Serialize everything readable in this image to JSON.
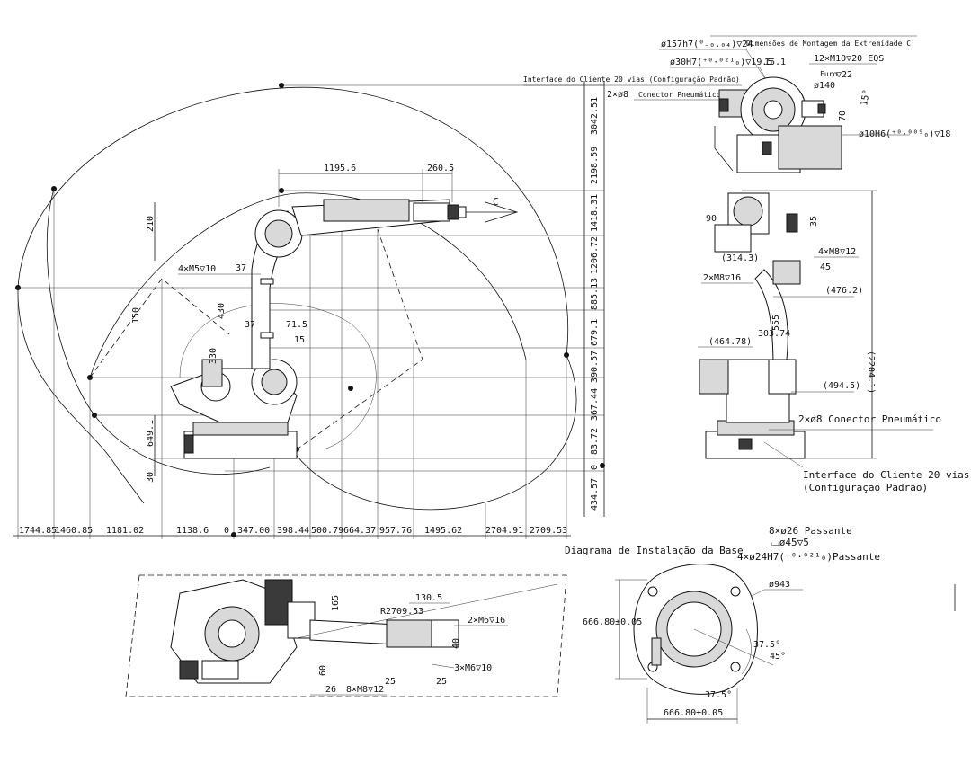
{
  "labels": {
    "customer_interface_top": "Interface do Cliente 20 vias (Configuração Padrão)",
    "pneumatic_top": "Conector Pneumático",
    "pneumatic_top_qty": "2×ø8",
    "end_mount_title": "Dimensões de Montagem da Extremidade C",
    "furo": "Furo",
    "pneumatic_right": "2×ø8 Conector Pneumático",
    "customer_interface_right_1": "Interface do Cliente 20 vias",
    "customer_interface_right_2": "(Configuração Padrão)",
    "base_title": "Diagrama de Instalação da Base",
    "view_c": "C"
  },
  "end_flange": {
    "d157": "ø157h7(⁰₋₀.₀₄)▽24",
    "d30": "ø30H7(⁺⁰·⁰²¹₀)▽19.5",
    "holes": "12×M10▽20 EQS",
    "angle_15_1": "15.1",
    "depth": "▽22",
    "d140": "ø140",
    "angle_15": "15°",
    "dim_70": "70",
    "d10": "ø10H6(⁺⁰·⁰⁰⁹₀)▽18"
  },
  "side_view": {
    "arm_len": "1195.6",
    "tool_len": "260.5",
    "d210": "210",
    "holes_m5": "4×M5▽10",
    "d37a": "37",
    "d150": "150",
    "d430": "430",
    "d37b": "37",
    "d71_5": "71.5",
    "d15": "15",
    "d330": "330",
    "d649_1": "649.1",
    "d30": "30"
  },
  "vertical_dims": [
    "3042.51",
    "2198.59",
    "1418.31",
    "1206.72",
    "885.13",
    "679.1",
    "390.57",
    "367.44",
    "83.72",
    "0",
    "434.57"
  ],
  "horizontal_dims": [
    "1744.85",
    "1460.85",
    "1181.02",
    "1138.6",
    "0",
    "347.00",
    "398.44",
    "500.79",
    "664.37",
    "957.76",
    "1495.62",
    "2704.91",
    "2709.53"
  ],
  "rear_view": {
    "d90": "90",
    "d35": "35",
    "d314": "(314.3)",
    "m8_12": "4×M8▽12",
    "d45": "45",
    "m8_16": "2×M8▽16",
    "d476": "(476.2)",
    "d555": "555",
    "d464": "(464.78)",
    "d303": "303.74",
    "d2204": "(2204.1)",
    "d494": "(494.5)"
  },
  "top_view": {
    "d130": "130.5",
    "d165": "165",
    "radius": "R2709.53",
    "m6_16": "2×M6▽16",
    "d40": "40",
    "d60": "60",
    "d25a": "25",
    "d25b": "25",
    "m6_10": "3×M6▽10",
    "d26": "26",
    "m8_12": "8×M8▽12"
  },
  "base": {
    "holes_26": "8×ø26 Passante",
    "spot": "⌴ø45▽5",
    "holes_24": "4×ø24H7(⁺⁰·⁰²¹₀)Passante",
    "d943": "ø943",
    "width_v": "666.80±0.05",
    "width_h": "666.80±0.05",
    "a37_5a": "37.5°",
    "a45": "45°",
    "a37_5b": "37.5°"
  }
}
